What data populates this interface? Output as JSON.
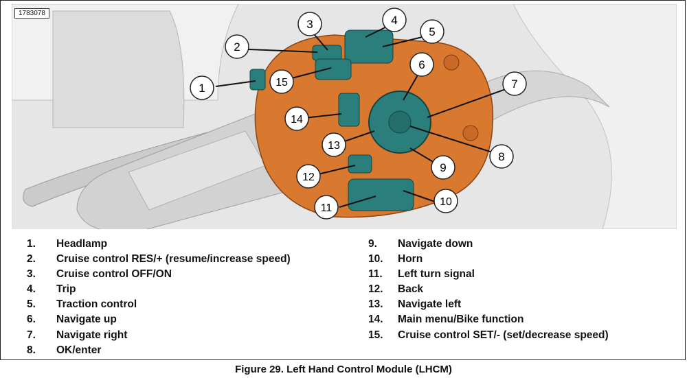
{
  "figure_id": "1783078",
  "caption": "Figure 29. Left Hand Control Module (LHCM)",
  "callouts": [
    "1",
    "2",
    "3",
    "4",
    "5",
    "6",
    "7",
    "8",
    "9",
    "10",
    "11",
    "12",
    "13",
    "14",
    "15"
  ],
  "legend_left": [
    {
      "num": "1.",
      "label": "Headlamp"
    },
    {
      "num": "2.",
      "label": "Cruise control RES/+ (resume/increase speed)"
    },
    {
      "num": "3.",
      "label": "Cruise control OFF/ON"
    },
    {
      "num": "4.",
      "label": "Trip"
    },
    {
      "num": "5.",
      "label": "Traction control"
    },
    {
      "num": "6.",
      "label": "Navigate up"
    },
    {
      "num": "7.",
      "label": "Navigate right"
    },
    {
      "num": "8.",
      "label": "OK/enter"
    }
  ],
  "legend_right": [
    {
      "num": "9.",
      "label": "Navigate down"
    },
    {
      "num": "10.",
      "label": "Horn"
    },
    {
      "num": "11.",
      "label": "Left turn signal"
    },
    {
      "num": "12.",
      "label": "Back"
    },
    {
      "num": "13.",
      "label": "Navigate left"
    },
    {
      "num": "14.",
      "label": "Main menu/Bike function"
    },
    {
      "num": "15.",
      "label": "Cruise control SET/- (set/decrease speed)"
    }
  ],
  "colors": {
    "housing": "#d9782f",
    "button": "#2a7f7c",
    "grip": "#cfcfcf",
    "background": "#e4e4e4"
  }
}
